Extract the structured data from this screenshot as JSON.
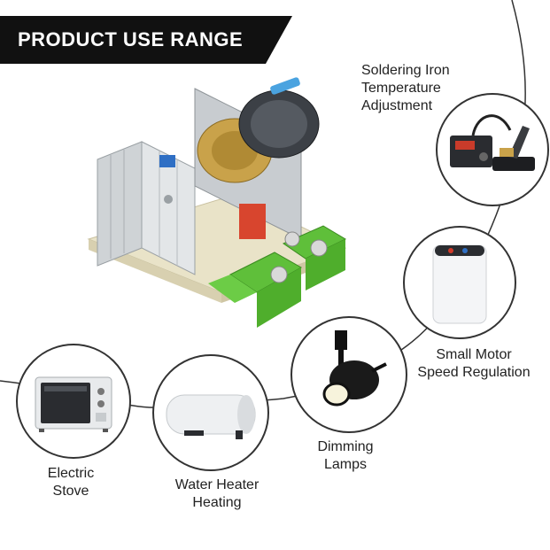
{
  "banner": {
    "title": "PRODUCT USE RANGE"
  },
  "applications": [
    {
      "id": "soldering",
      "lines": [
        "Soldering Iron",
        "Temperature",
        "Adjustment"
      ],
      "icon": "soldering-station-icon"
    },
    {
      "id": "motor",
      "lines": [
        "Small Motor",
        "Speed Regulation"
      ],
      "icon": "motor-icon"
    },
    {
      "id": "lamps",
      "lines": [
        "Dimming",
        "Lamps"
      ],
      "icon": "spotlight-icon"
    },
    {
      "id": "heater",
      "lines": [
        "Water Heater",
        "Heating"
      ],
      "icon": "water-heater-icon"
    },
    {
      "id": "stove",
      "lines": [
        "Electric",
        "Stove"
      ],
      "icon": "electric-oven-icon"
    }
  ],
  "colors": {
    "banner": "#111111",
    "terminal_green": "#5fbf3a",
    "knob_blue": "#4aa3e0"
  }
}
